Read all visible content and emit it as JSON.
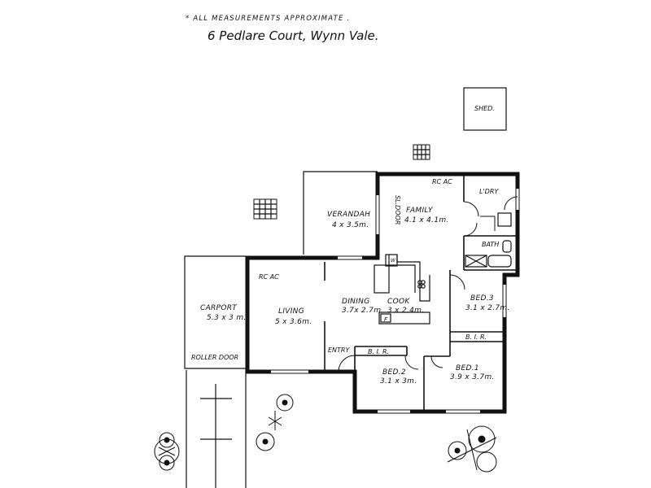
{
  "header": {
    "note": "* ALL MEASUREMENTS APPROXIMATE .",
    "address": "6 Pedlare Court, Wynn Vale."
  },
  "rooms": {
    "shed": "SHED.",
    "verandah_name": "VERANDAH",
    "verandah_size": "4 x 3.5m.",
    "sl_door": "SL.DOOR",
    "family_name": "FAMILY",
    "family_size": "4.1 x 4.1m.",
    "rc_ac_family": "RC AC",
    "laundry": "L'DRY",
    "bath": "BATH",
    "wc": "W",
    "dining_name": "DINING",
    "dining_size": "3.7x 2.7m",
    "cook_name": "COOK",
    "cook_size": "3 x 2.4m.",
    "fridge": "F",
    "living_name": "LIVING",
    "living_size": "5 x 3.6m.",
    "rc_ac_living": "RC AC",
    "carport_name": "CARPORT",
    "carport_size": "5.3 x 3 m.",
    "roller_door": "ROLLER DOOR",
    "entry": "ENTRY",
    "bir_bed2": "B. I. R.",
    "bed2_name": "BED.2",
    "bed2_size": "3.1 x 3m.",
    "bir_bed1": "B. I. R.",
    "bed1_name": "BED.1",
    "bed1_size": "3.9 x 3.7m.",
    "bed3_name": "BED.3",
    "bed3_size": "3.1 x 2.7m."
  },
  "colors": {
    "ink": "#111111",
    "paper": "#ffffff"
  }
}
